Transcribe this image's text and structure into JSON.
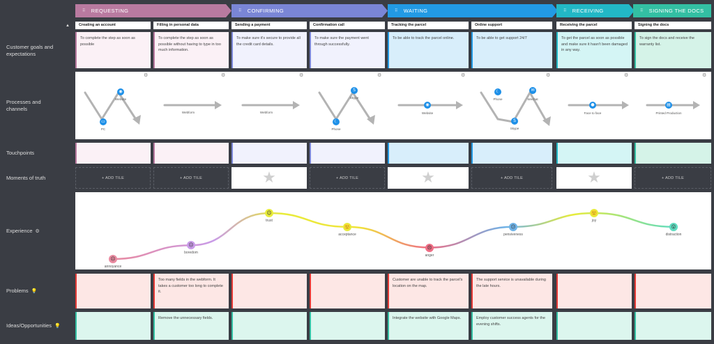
{
  "stages": [
    {
      "label": "REQUESTING",
      "color": "#b97aa0"
    },
    {
      "label": "CONFIRMING",
      "color": "#7a86d6"
    },
    {
      "label": "WAITING",
      "color": "#229ae4"
    },
    {
      "label": "RECEIVING",
      "color": "#22b8c6"
    },
    {
      "label": "SIGNING THE DOCS",
      "color": "#33bfa3"
    }
  ],
  "row_labels": {
    "goals": "Customer goals and expectations",
    "processes": "Processes and channels",
    "touchpoints": "Touchpoints",
    "moments": "Moments of truth",
    "experience": "Experience",
    "problems": "Problems",
    "ideas": "Ideas/Opportunities"
  },
  "steps": [
    "Creating an account",
    "Filling in personal data",
    "Sending a payment",
    "Confirmation call",
    "Tracking the parcel",
    "Online support",
    "Receiving the parcel",
    "Signing the docs"
  ],
  "goals": [
    "To complete the step as soon as possible",
    "To complete the step as soon as possible without having to type in too much information.",
    "To make sure it's secure to provide all the credit card details.",
    "To make sure the payment went through successfully.",
    "To be able to track the parcel online.",
    "To be able to get support 24/7",
    "To get the parcel as soon as possible and make sure it hasn't been damaged in any way.",
    "To sign the docs and receive the warranty list."
  ],
  "channels": {
    "website": "Website",
    "pc": "PC",
    "webform1": "Webform",
    "webform2": "Webform",
    "skype1": "Skype",
    "phone1": "Phone",
    "website2": "Website",
    "phone2": "Phone",
    "wechat": "Wechat",
    "skype2": "Skype",
    "facetoface": "Face to face",
    "printed": "Printed Production"
  },
  "add_tile": "+ ADD TILE",
  "experience": [
    {
      "label": "annoyance",
      "value": 1.0,
      "face": "☹",
      "color": "#e98aa0"
    },
    {
      "label": "boredom",
      "value": 2.2,
      "face": "😐",
      "color": "#c99be8"
    },
    {
      "label": "trust",
      "value": 5.0,
      "face": "😉",
      "color": "#e8ec3a"
    },
    {
      "label": "acceptance",
      "value": 3.8,
      "face": "🙂",
      "color": "#e8ec3a"
    },
    {
      "label": "anger",
      "value": 2.0,
      "face": "😠",
      "color": "#ef6e85"
    },
    {
      "label": "pensiveness",
      "value": 3.8,
      "face": "😕",
      "color": "#6fb3e8"
    },
    {
      "label": "joy",
      "value": 5.0,
      "face": "🙂",
      "color": "#e8ec3a"
    },
    {
      "label": "distraction",
      "value": 3.8,
      "face": "😲",
      "color": "#5fdcc0"
    }
  ],
  "problems": [
    "",
    "Too many fields in the webform. It takes a customer too long to complete it.",
    "",
    "",
    "Customer are unable to track the parcel's location on the map.",
    "The support service is unavailable during the late hours.",
    "",
    ""
  ],
  "ideas": [
    "",
    "Remove the unnecessary fields.",
    "",
    "",
    "Integrate the website with Google Maps.",
    "Employ customer success agents for the evening shifts.",
    "",
    ""
  ],
  "colors": {
    "requesting_tint": "#fbf1f6",
    "confirming_tint": "#f1f2fd",
    "waiting_tint": "#d8eefb",
    "receiving_tint": "#d4f5f5",
    "signing_tint": "#d5f3e8",
    "problem_bg": "#fde7e5",
    "problem_accent": "#e53935",
    "idea_bg": "#dcf6ee",
    "idea_accent": "#33bfa3"
  }
}
